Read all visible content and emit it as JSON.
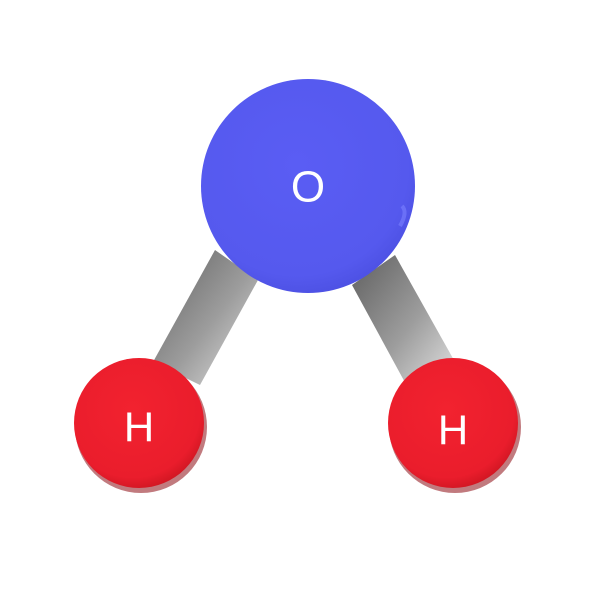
{
  "molecule": {
    "atoms": [
      {
        "id": "oxygen",
        "label": "O",
        "color": "#5659ef"
      },
      {
        "id": "hydrogen-left",
        "label": "H",
        "color": "#ee1f2f"
      },
      {
        "id": "hydrogen-right",
        "label": "H",
        "color": "#ee1f2f"
      }
    ],
    "bond_color": "#9a9a9a"
  }
}
